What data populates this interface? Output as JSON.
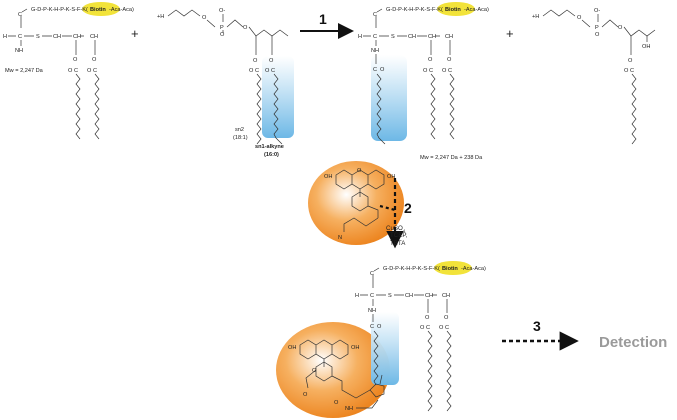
{
  "peptide_seq": "G-D-P-K-H-P-K-S-F-K(",
  "biotin": "Biotin",
  "aca_tail": "-Aca-Aca)",
  "atoms": {
    "H": "H",
    "C": "C",
    "S": "S",
    "O": "O",
    "NH2": "NH",
    "NH": "NH",
    "P": "P",
    "OH": "OH",
    "N3": "N",
    "plusH3N": "+H",
    "CH2": "CH",
    "CH": "CH",
    "Ominus": "O-"
  },
  "mw_left": "Mw = 2,247 Da",
  "mw_right": "Mw = 2,247 Da + 238 Da",
  "plus": "+",
  "sn2_label": "sn2",
  "sn2_sub": "(18:1)",
  "alkyne_label": "sn1-alkyne",
  "alkyne_sub": "(16:0)",
  "reagents": [
    "CuSO",
    "TCEP,",
    "TBTA"
  ],
  "reagent_sub": "4",
  "steps": [
    "1",
    "2",
    "3"
  ],
  "detection": "Detection",
  "colors": {
    "biotin_yellow": "#f2e33a",
    "alkyne_blue": "#8fc9ea",
    "fluor_orange": "#f08a1c"
  }
}
